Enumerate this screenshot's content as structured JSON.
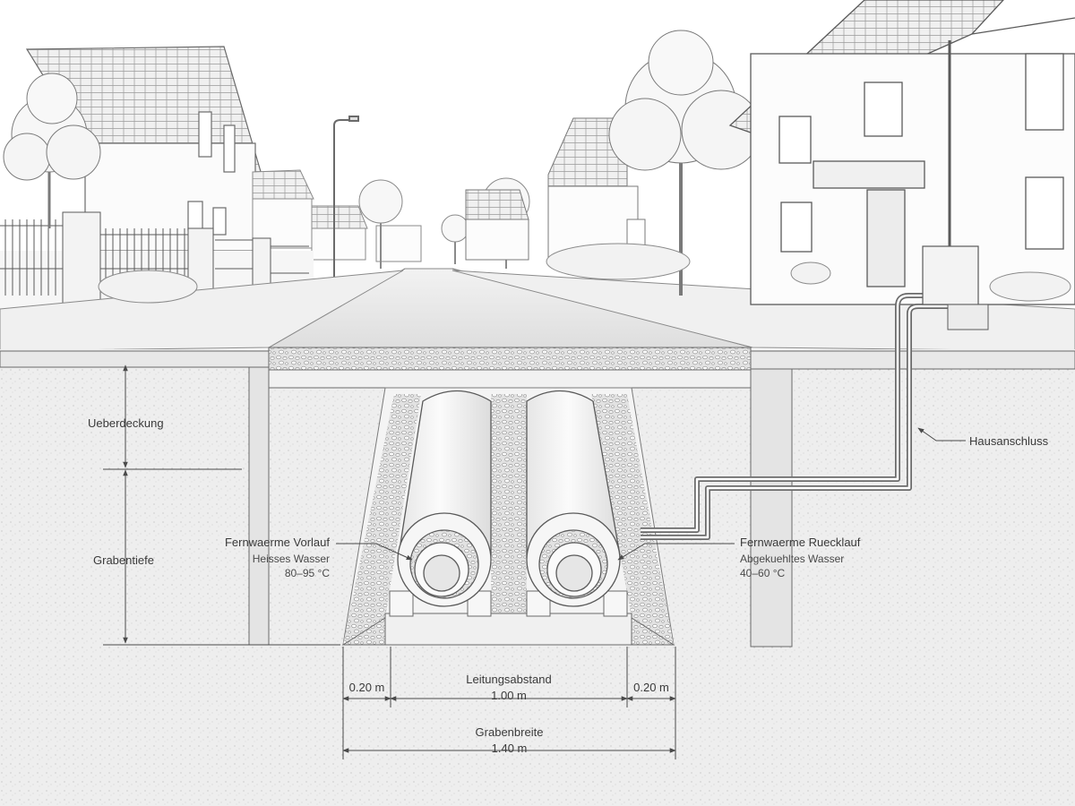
{
  "labels": {
    "cover_depth": "Ueberdeckung",
    "trench_depth": "Grabentiefe",
    "house_connection": "Hausanschluss",
    "supply": {
      "title": "Fernwaerme Vorlauf",
      "medium": "Heisses Wasser",
      "temperature": "80–95 °C"
    },
    "return": {
      "title": "Fernwaerme Ruecklauf",
      "medium": "Abgekuehltes Wasser",
      "temperature": "40–60 °C"
    }
  },
  "dimensions": {
    "left_clearance": "0.20 m",
    "right_clearance": "0.20 m",
    "pipe_spacing_label": "Leitungsabstand",
    "pipe_spacing_value": "1.00 m",
    "trench_width_label": "Grabenbreite",
    "trench_width_value": "1.40 m"
  },
  "colors": {
    "line": "#4a4a4a",
    "soil": "#ebebeb",
    "gravel": "#d9d9d9",
    "pipe_jacket": "#f7f7f7",
    "sky": "#ffffff"
  }
}
